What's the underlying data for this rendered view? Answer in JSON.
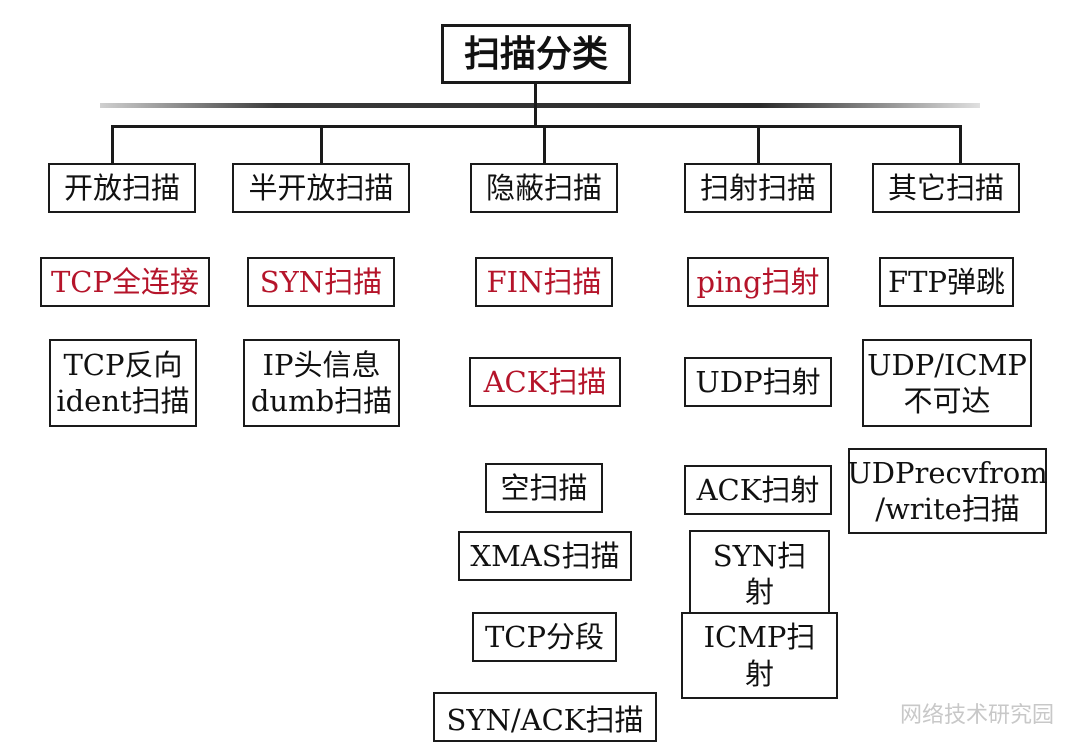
{
  "title": "扫描分类",
  "categories": [
    {
      "label": "开放扫描",
      "items": [
        {
          "label": "TCP全连接",
          "highlight": true
        },
        {
          "label": "TCP反向\nident扫描",
          "highlight": false
        }
      ]
    },
    {
      "label": "半开放扫描",
      "items": [
        {
          "label": "SYN扫描",
          "highlight": true
        },
        {
          "label": "IP头信息\ndumb扫描",
          "highlight": false
        }
      ]
    },
    {
      "label": "隐蔽扫描",
      "items": [
        {
          "label": "FIN扫描",
          "highlight": true
        },
        {
          "label": "ACK扫描",
          "highlight": true
        },
        {
          "label": "空扫描",
          "highlight": false
        },
        {
          "label": "XMAS扫描",
          "highlight": false
        },
        {
          "label": "TCP分段",
          "highlight": false
        },
        {
          "label": "SYN/ACK扫描",
          "highlight": false
        }
      ]
    },
    {
      "label": "扫射扫描",
      "items": [
        {
          "label": "ping扫射",
          "highlight": true
        },
        {
          "label": "UDP扫射",
          "highlight": false
        },
        {
          "label": "ACK扫射",
          "highlight": false
        },
        {
          "label": "SYN扫\n射",
          "highlight": false
        },
        {
          "label": "ICMP扫\n射",
          "highlight": false
        }
      ]
    },
    {
      "label": "其它扫描",
      "items": [
        {
          "label": "FTP弹跳",
          "highlight": false
        },
        {
          "label": "UDP/ICMP\n不可达",
          "highlight": false
        },
        {
          "label": "UDPrecvfrom\n/write扫描",
          "highlight": false
        }
      ]
    }
  ],
  "watermark": "网络技术研究园",
  "colors": {
    "highlight": "#b5142a",
    "border": "#1a1a1a"
  }
}
